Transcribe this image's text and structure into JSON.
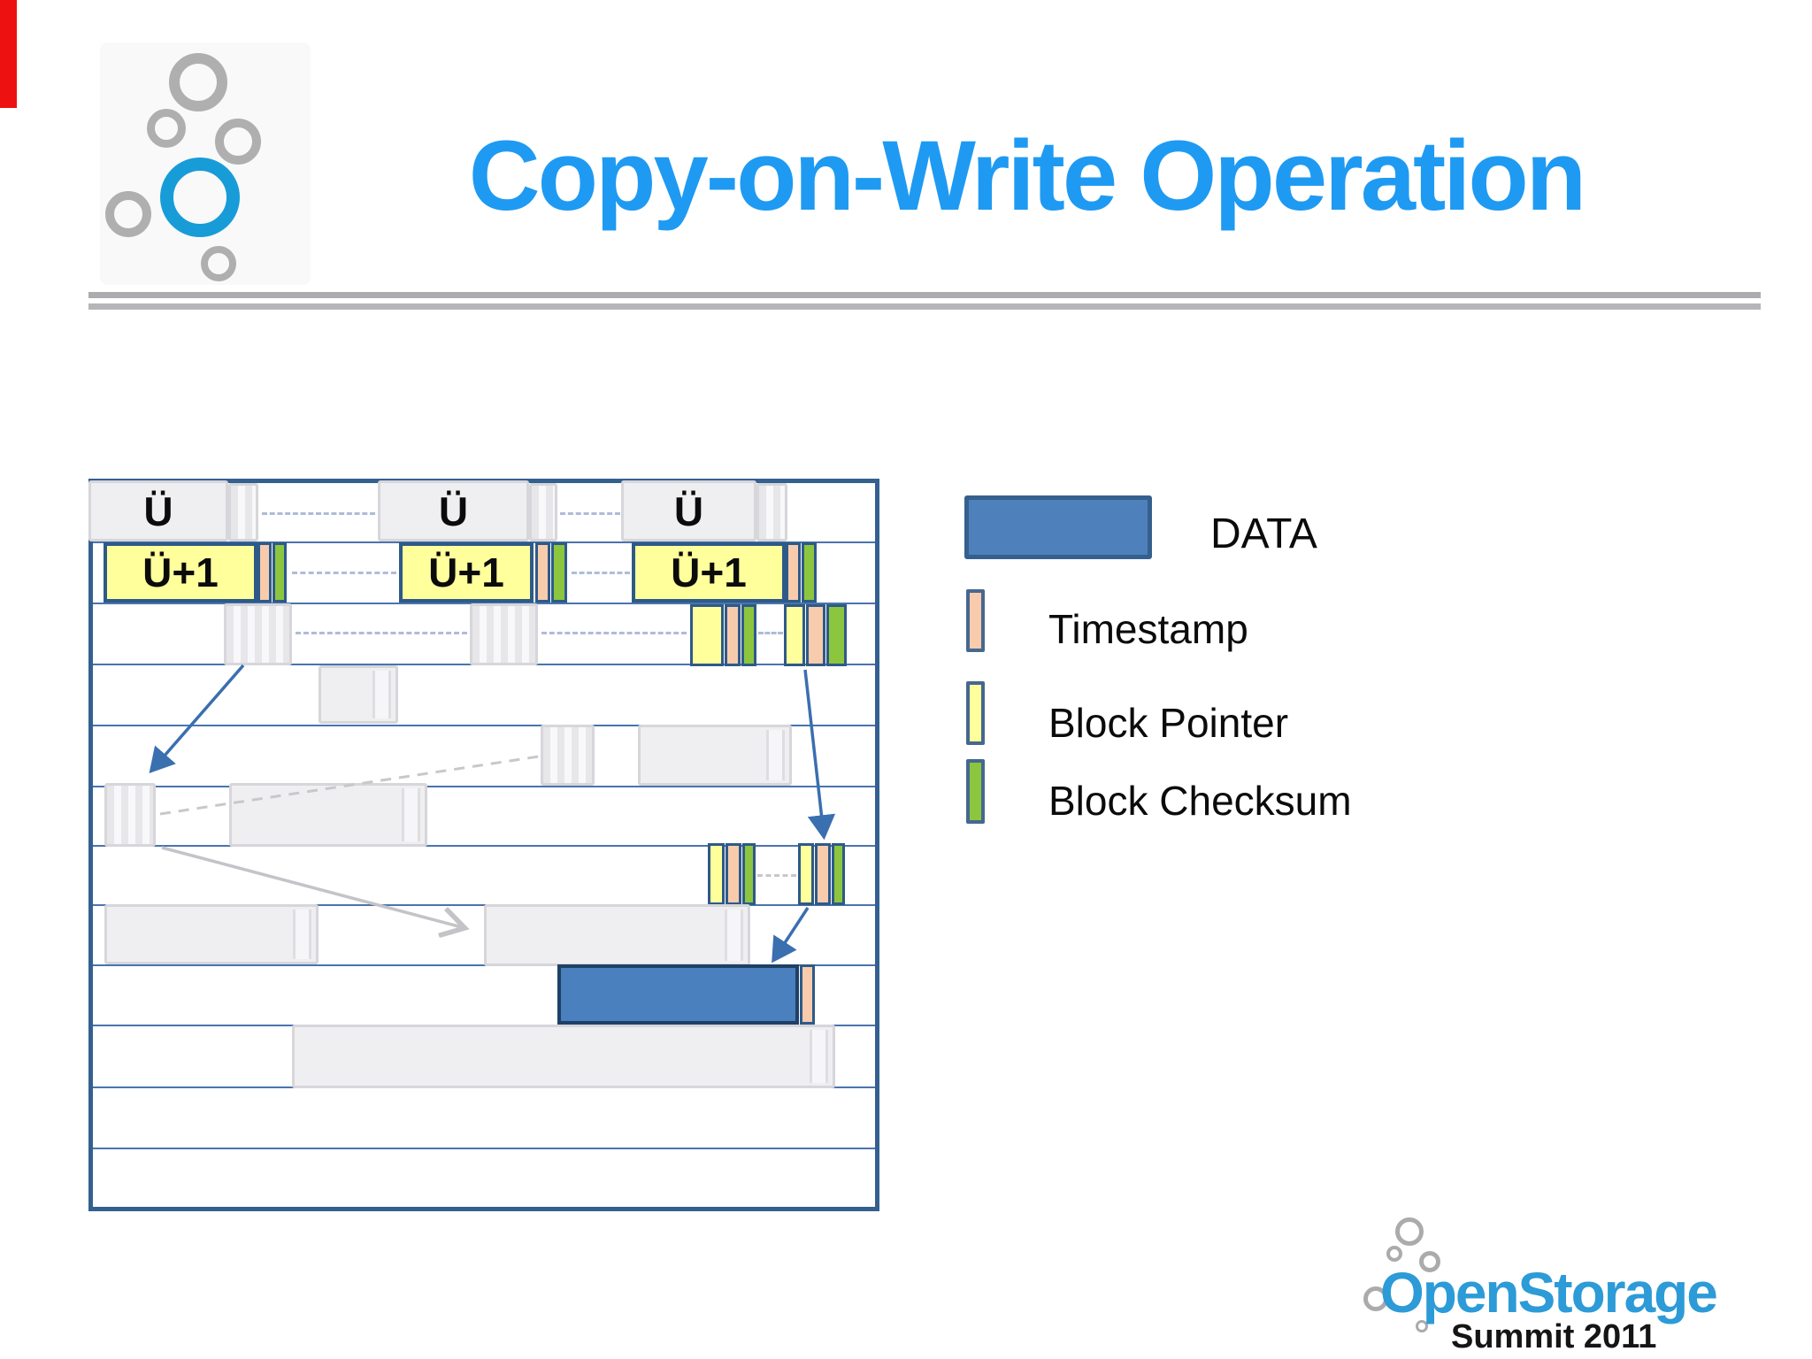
{
  "slide": {
    "title": "Copy-on-Write Operation",
    "title_color": "#1F9AF2",
    "accent_bar_color": "#EE1111"
  },
  "diagram": {
    "labels": {
      "uber": "Ü",
      "uber_next": "Ü+1"
    },
    "colors": {
      "box_border": "#34608F",
      "grid_line": "#4A74AE",
      "gray_block": "#EFEFF1",
      "yellow_block": "#FFFF9C",
      "timestamp": "#F8CBAD",
      "checksum": "#8CC63E",
      "data_fill": "#4A80BE",
      "arrow_blue": "#3A6FB0",
      "arrow_gray": "#C3C3C8"
    },
    "uberblock_count": 3
  },
  "legend": {
    "items": [
      {
        "label": "DATA",
        "color": "#4E81BC"
      },
      {
        "label": "Timestamp",
        "color": "#F8CBAD"
      },
      {
        "label": "Block Pointer",
        "color": "#FFFF9C"
      },
      {
        "label": "Block Checksum",
        "color": "#8CC63E"
      }
    ]
  },
  "footer_logo": {
    "name": "OpenStorage",
    "subtitle": "Summit 2011",
    "name_color": "#2C9BD7"
  }
}
